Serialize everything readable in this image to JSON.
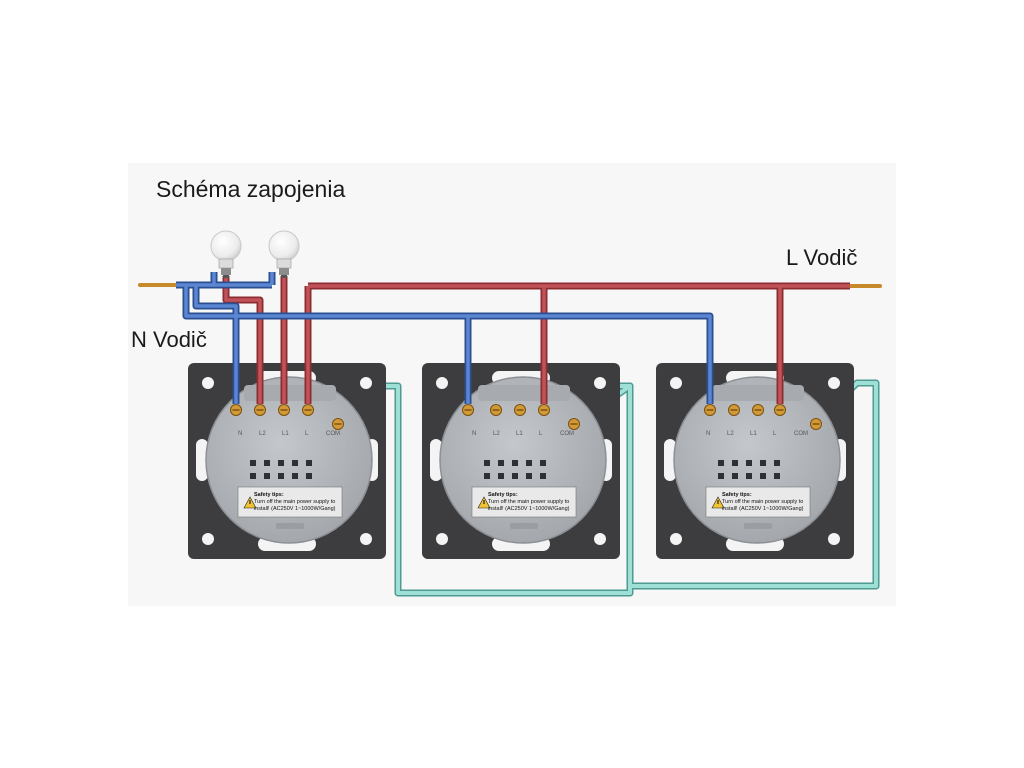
{
  "diagram": {
    "title": "Schéma zapojenia",
    "labels": {
      "phase_wire": "L Vodič",
      "neutral_wire": "N Vodič"
    },
    "colors": {
      "phase_wire": "#a83d40",
      "neutral_wire": "#3e68b4",
      "traveler_wire": "#7fc7bd",
      "switch_plate": "#3d3d3f",
      "switch_module": "#b3b6ba",
      "terminal": "#d29a37"
    },
    "switches": [
      {
        "id": "switch-1",
        "terminals": [
          "N",
          "L2",
          "L1",
          "L",
          "COM"
        ],
        "label_title": "Safety tips:",
        "label_line1": "Turn off the main power supply to",
        "label_line2": "install! (AC250V 1~1000W/Gang)"
      },
      {
        "id": "switch-2",
        "terminals": [
          "N",
          "L2",
          "L1",
          "L",
          "COM"
        ],
        "label_title": "Safety tips:",
        "label_line1": "Turn off the main power supply to",
        "label_line2": "install! (AC250V 1~1000W/Gang)"
      },
      {
        "id": "switch-3",
        "terminals": [
          "N",
          "L2",
          "L1",
          "L",
          "COM"
        ],
        "label_title": "Safety tips:",
        "label_line1": "Turn off the main power supply to",
        "label_line2": "install! (AC250V 1~1000W/Gang)"
      }
    ],
    "bulbs": [
      {
        "id": "bulb-1",
        "icon": "light-bulb-icon"
      },
      {
        "id": "bulb-2",
        "icon": "light-bulb-icon"
      }
    ]
  }
}
